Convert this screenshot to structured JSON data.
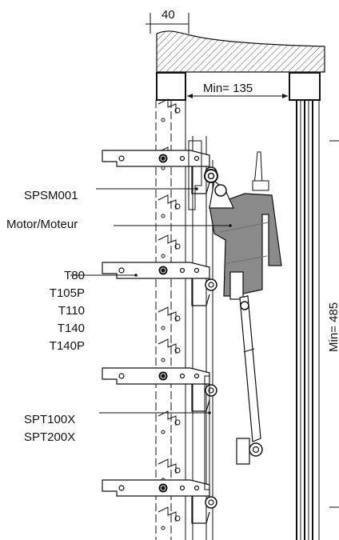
{
  "dimensions": {
    "top_width": "40",
    "min_gap": "Min= 135",
    "min_height": "Min= 485"
  },
  "labels": {
    "spsm": "SPSM001",
    "motor": "Motor/Moteur",
    "t_models": [
      "T80",
      "T105P",
      "T110",
      "T140",
      "T140P"
    ],
    "spt_models": [
      "SPT100X",
      "SPT200X"
    ]
  },
  "colors": {
    "line": "#111111",
    "motor_fill": "#8a8a8a",
    "hatch": "#6b6b6b",
    "background": "#ffffff"
  }
}
